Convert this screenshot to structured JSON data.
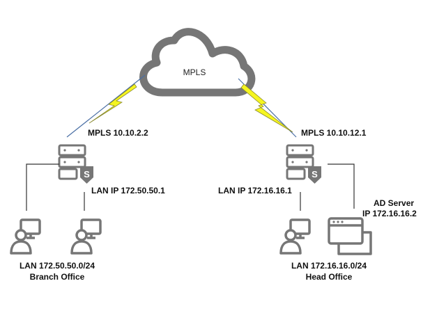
{
  "colors": {
    "icon_gray": "#767676",
    "cloud_gray": "#767676",
    "lightning": "#f5f520",
    "lightning_stroke": "#8a8a30",
    "link_blue": "#4a6fa5",
    "text": "#111111",
    "background": "#ffffff"
  },
  "cloud": {
    "label": "MPLS",
    "icon": "cloud-icon"
  },
  "branch": {
    "router_icon": "server-s-icon",
    "mpls_label": "MPLS 10.10.2.2",
    "lan_ip_label": "LAN IP 172.50.50.1",
    "clients": [
      {
        "icon": "user-computer-icon"
      },
      {
        "icon": "user-computer-icon"
      }
    ],
    "lan_label": "LAN 172.50.50.0/24",
    "office_label": "Branch Office"
  },
  "head": {
    "router_icon": "server-s-icon",
    "mpls_label": "MPLS 10.10.12.1",
    "lan_ip_label": "LAN IP 172.16.16.1",
    "client_icon": "user-computer-icon",
    "ad_server_icon": "window-server-icon",
    "ad_server_label": "AD Server",
    "ad_server_ip_label": "IP 172.16.16.2",
    "lan_label": "LAN 172.16.16.0/24",
    "office_label": "Head Office"
  }
}
